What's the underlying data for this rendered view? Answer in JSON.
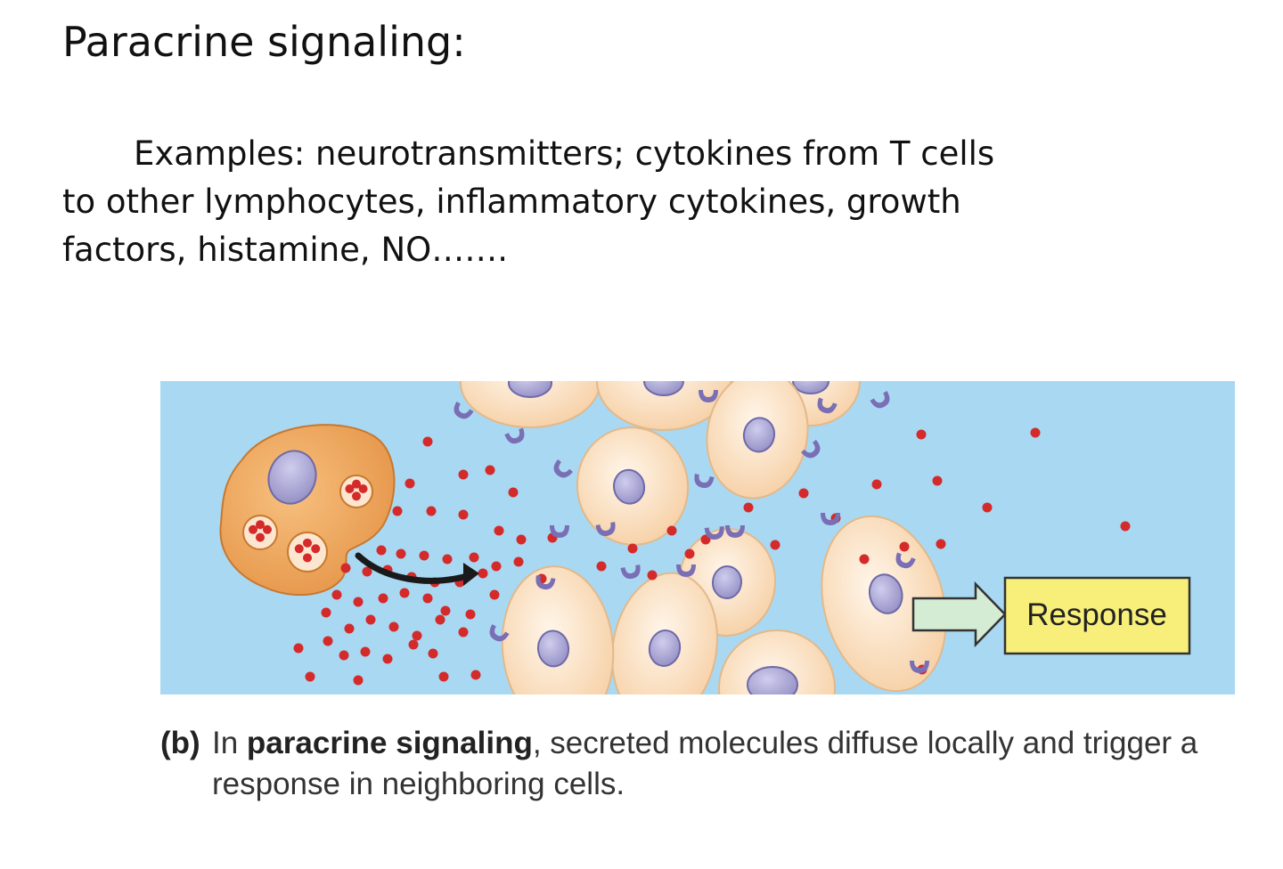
{
  "slide": {
    "title": "Paracrine signaling:",
    "examples_line1": "Examples:  neurotransmitters;  cytokines from T cells",
    "examples_line2": "to other lymphocytes, inflammatory cytokines, growth",
    "examples_line3": "factors, histamine, NO……."
  },
  "figure": {
    "response_label": "Response",
    "caption_tag": "(b)",
    "caption_pre": "In ",
    "caption_bold": "paracrine signaling",
    "caption_post": ", secreted molecules diffuse locally and trigger a response in neighboring cells.",
    "colors": {
      "background": "#a9d8f3",
      "secreting_cell": "#eda45e",
      "target_cell": "#fce3c6",
      "nucleus": "#a7a3d2",
      "molecule": "#d42a2a",
      "receptor": "#7a6fb5",
      "response_box": "#f7ef7a",
      "response_arrow": "#d5ecd4"
    }
  }
}
